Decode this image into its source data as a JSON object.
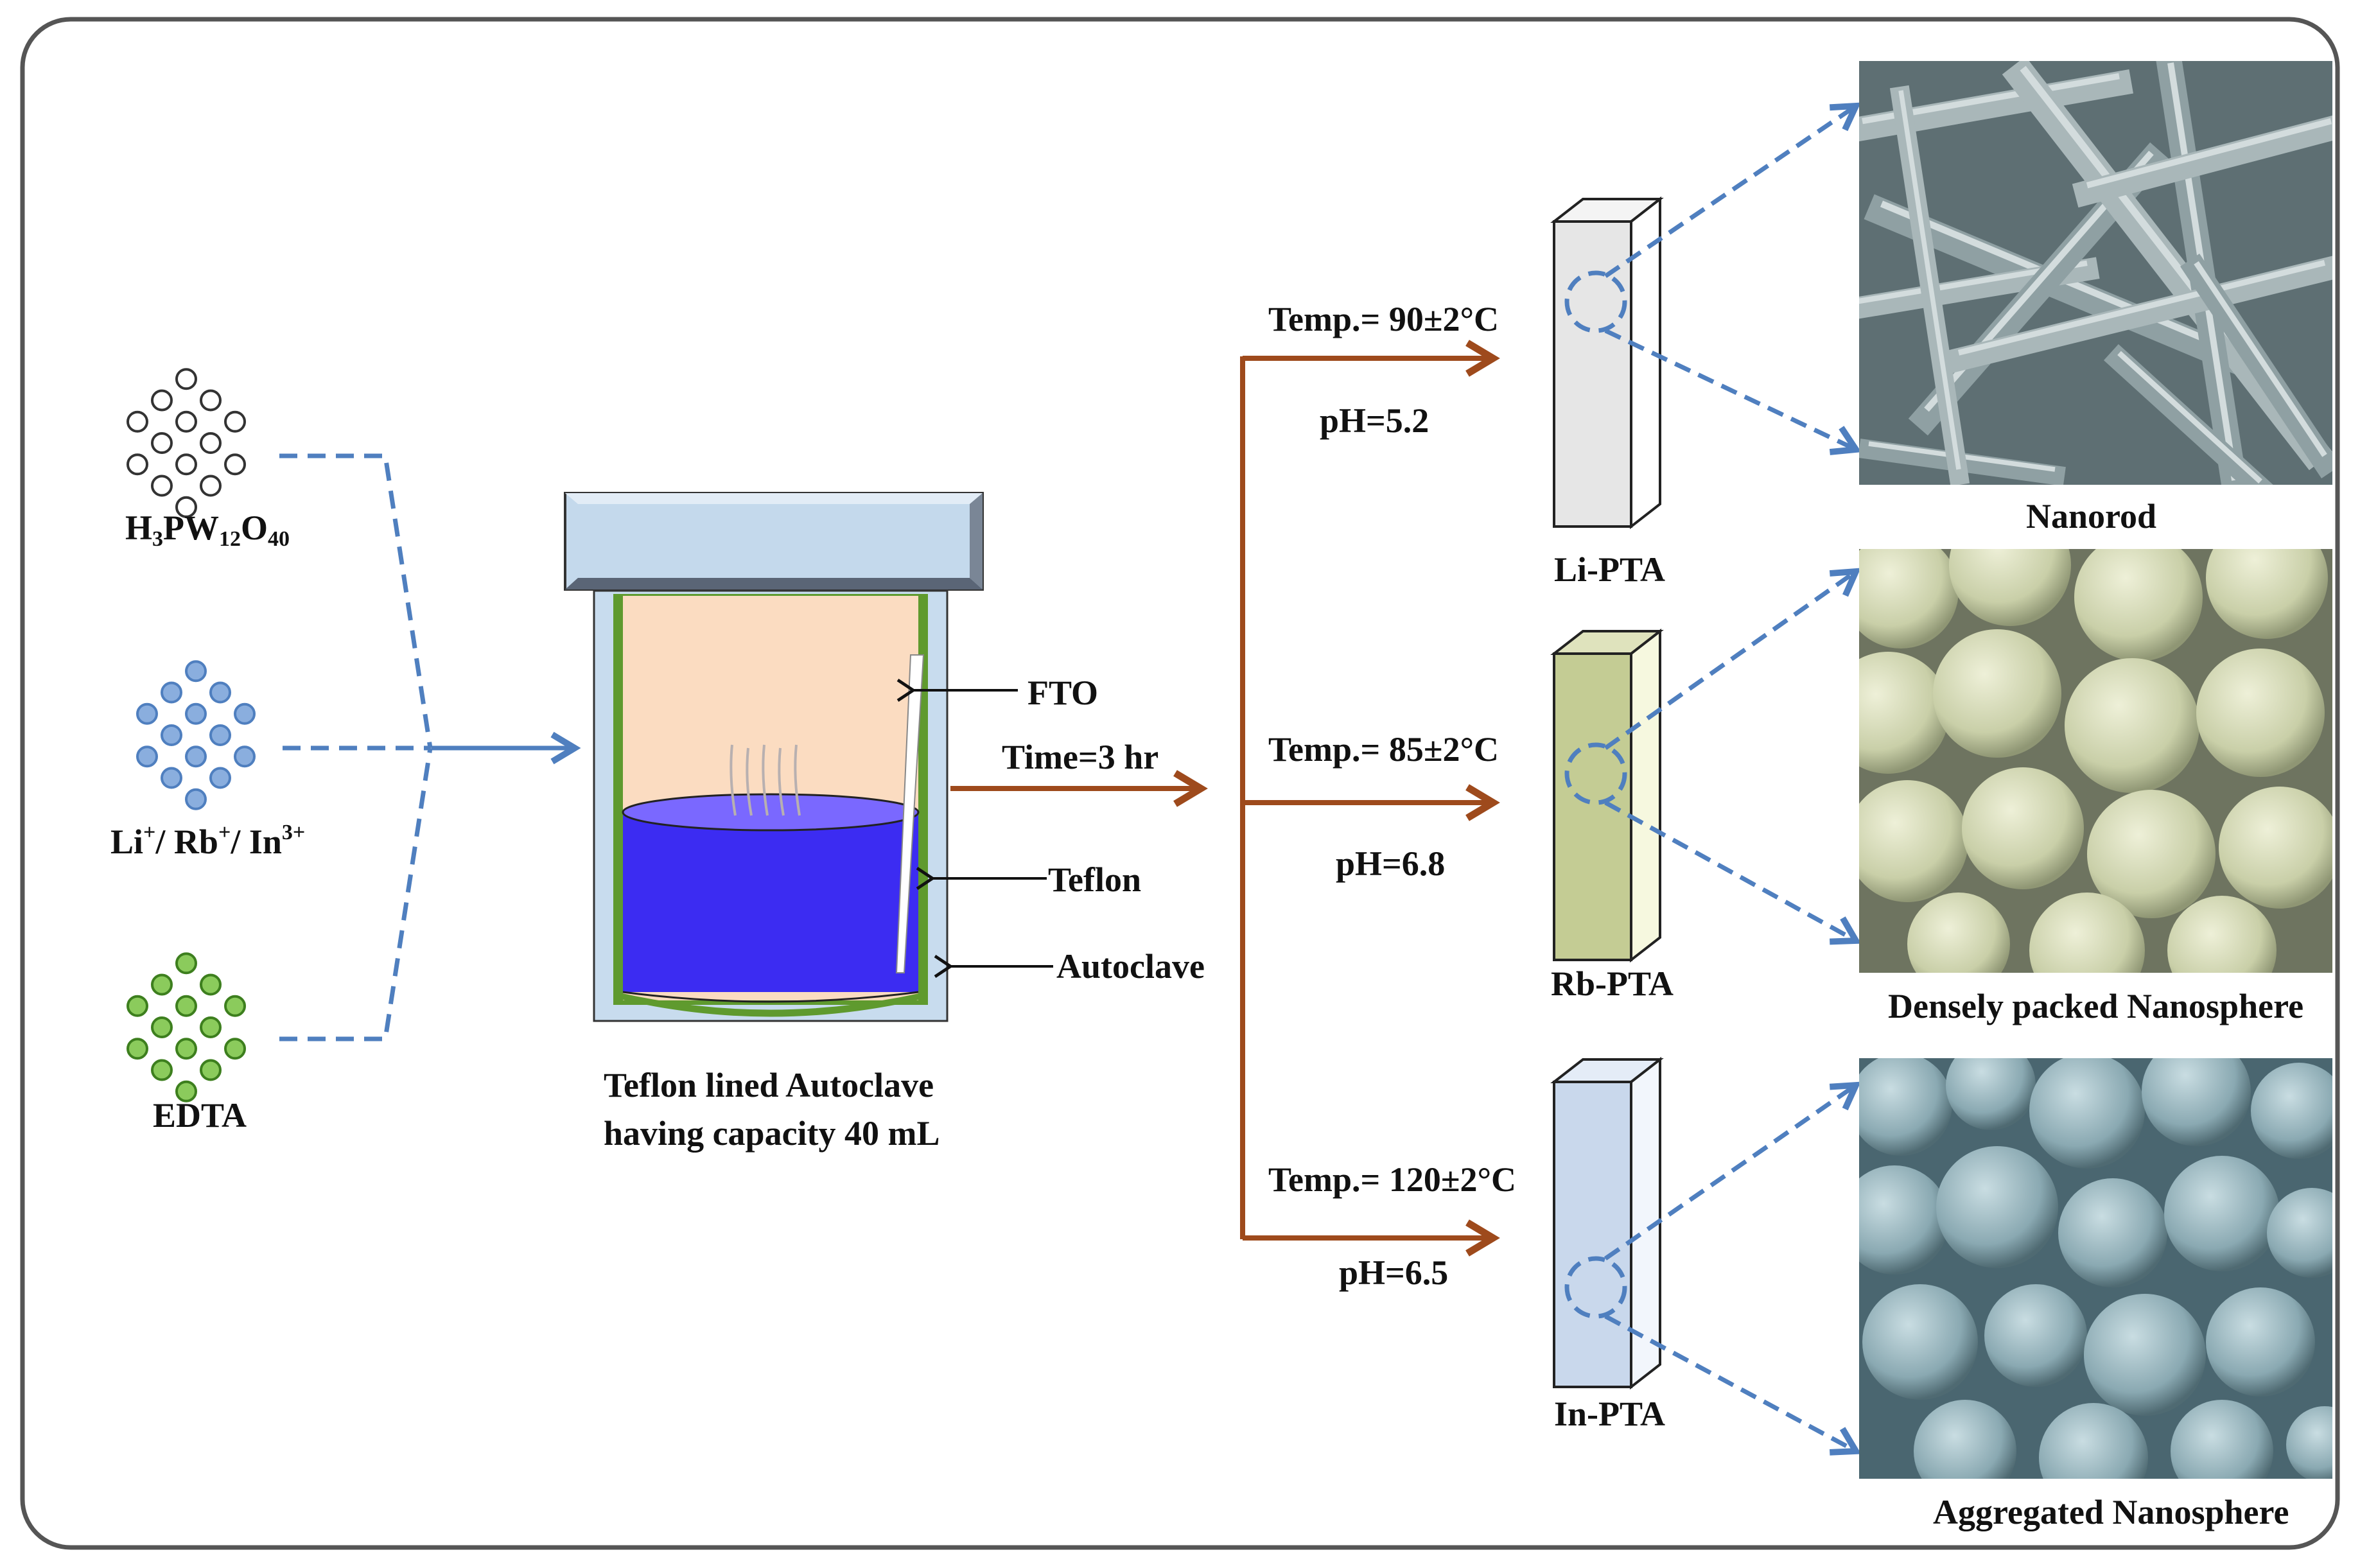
{
  "reagents": {
    "pta": {
      "main": "H",
      "s1": "3",
      "m2": "PW",
      "s2": "12",
      "m3": "O",
      "s3": "40"
    },
    "ions": {
      "a": "Li",
      "as": "+",
      "b": "/ Rb",
      "bs": "+",
      "c": "/ In",
      "cs": "3+"
    },
    "edta": "EDTA"
  },
  "autoclave": {
    "fto": "FTO",
    "teflon": "Teflon",
    "autoclave": "Autoclave",
    "time": "Time=3 hr",
    "caption_line1": "Teflon lined Autoclave",
    "caption_line2": "having capacity 40 mL"
  },
  "branches": [
    {
      "temp": "Temp.= 90±2°C",
      "ph": "pH=5.2",
      "sample": "Li-PTA",
      "morphology": "Nanorod"
    },
    {
      "temp": "Temp.= 85±2°C",
      "ph": "pH=6.8",
      "sample": "Rb-PTA",
      "morphology": "Densely packed Nanosphere"
    },
    {
      "temp": "Temp.= 120±2°C",
      "ph": "pH=6.5",
      "sample": "In-PTA",
      "morphology": "Aggregated Nanosphere"
    }
  ],
  "colors": {
    "frame": "#555555",
    "blue_dash": "#4f7fbf",
    "brown_arrow": "#9e4a1c",
    "liquid": "#3c2cf2",
    "teflon_inner": "#fbdcc1",
    "teflon_wall": "#5f9a2e",
    "lid": "#c4d9ec",
    "pta_circles": "#ffffff",
    "ion_circles": "#8aaede",
    "edta_circles": "#8bcb5c",
    "li_slide": "#e6e6e6",
    "rb_slide": "#c4cc94",
    "in_slide": "#c9d8ec",
    "sem_nanorod": "#5e6f73",
    "sem_densely": "#c5cca9",
    "sem_aggregated": "#82a2ac"
  }
}
